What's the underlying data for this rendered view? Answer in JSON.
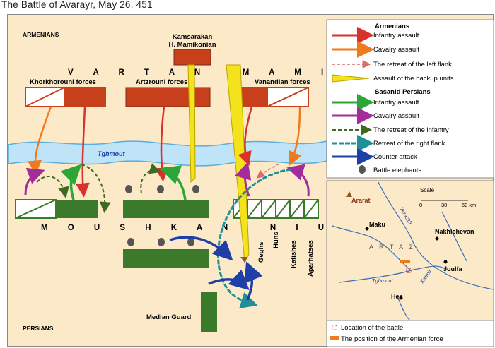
{
  "title": "The Battle of Avarayr, May 26, 451",
  "sides": {
    "armenians": "ARMENIANS",
    "persians": "PERSIANS"
  },
  "commander": "V A R T A N   M A M I K O N I A N",
  "line_name": "M O U S H K A N   N I U S A L A V O U R T",
  "kamsarakan": [
    "Kamsarakan",
    "H. Mamikonian"
  ],
  "forces": {
    "khorkhorouni": "Khorkhorouni forces",
    "artzrouni": "Artzrouni forces",
    "vanandian": "Vanandian forces"
  },
  "river": "Tghmout",
  "tribes": [
    "Geghs",
    "Huns",
    "Katishes",
    "Aparhatses"
  ],
  "median_guard": "Median Guard",
  "legend": {
    "armenians_heading": "Armenians",
    "armenian_items": [
      {
        "label": "Infantry assault",
        "color": "#d9312b",
        "style": "solid"
      },
      {
        "label": "Cavalry assault",
        "color": "#ef7a1e",
        "style": "chevron"
      },
      {
        "label": "The retreat of the left flank",
        "color": "#e06a6a",
        "style": "dashed"
      },
      {
        "label": "Assault of the backup units",
        "color": "#f3e21c",
        "style": "wedge"
      }
    ],
    "persians_heading": "Sasanid Persians",
    "persian_items": [
      {
        "label": "Infantry assault",
        "color": "#2ca637",
        "style": "solid"
      },
      {
        "label": "Cavalry assault",
        "color": "#a32c9a",
        "style": "chevron"
      },
      {
        "label": "The retreat of the infantry",
        "color": "#3d6a1f",
        "style": "dashed"
      },
      {
        "label": "Retreat of the right flank",
        "color": "#1f8f9a",
        "style": "dashed-thick"
      },
      {
        "label": "Counter attack",
        "color": "#1f3fa8",
        "style": "solid"
      },
      {
        "label": "Battle elephants",
        "color": "#555555",
        "style": "elephant"
      }
    ]
  },
  "inset": {
    "ararat": "Ararat",
    "scale_title": "Scale",
    "scale_ticks": [
      "0",
      "30",
      "60 km."
    ],
    "cities": [
      "Maku",
      "Nakhichevan",
      "Joulfa",
      "Her"
    ],
    "region": "A R T A Z",
    "rivers": [
      "Yeraskh",
      "Tghmout",
      "Karmir"
    ],
    "notes": [
      "Location of the battle",
      "The position of the Armenian force"
    ]
  }
}
